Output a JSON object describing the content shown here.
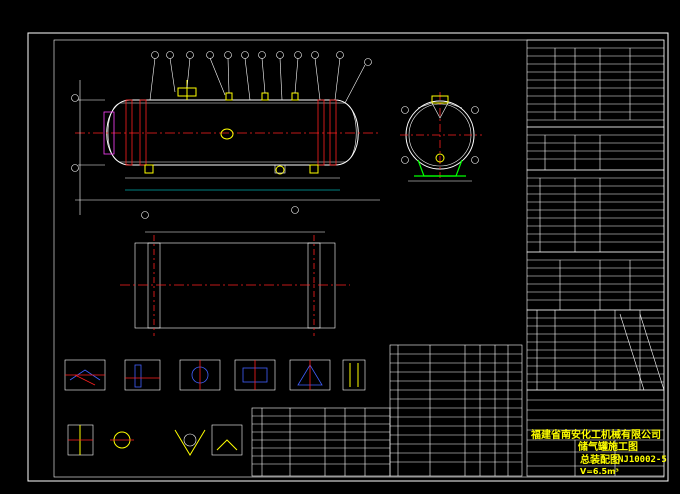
{
  "title_block": {
    "company": "福建省南安化工机械有限公司",
    "product_name": "储气罐施工图",
    "subtitle": "总装配图",
    "spec": "V=6.5m³",
    "drawing_number": "NJ10002-5"
  },
  "colors": {
    "background": "#000000",
    "linework": "#ffffff",
    "centerline": "#ff2020",
    "highlight": "#ffff00",
    "saddle": "#00ff00"
  }
}
